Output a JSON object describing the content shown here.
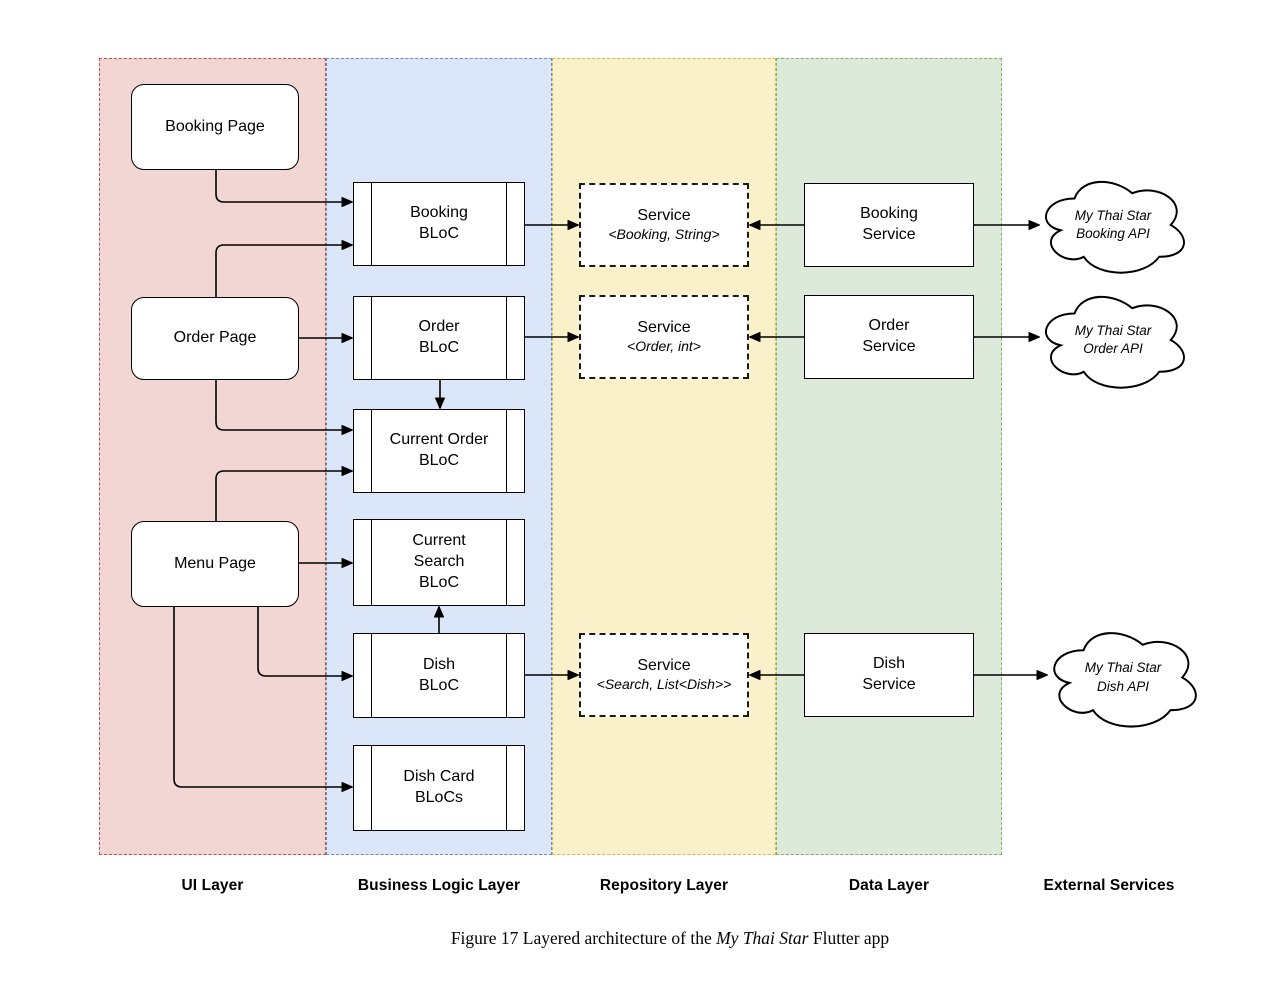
{
  "layers": [
    {
      "label": "UI Layer",
      "fill": "#f2d6d3",
      "stroke": "#b85450"
    },
    {
      "label": "Business Logic Layer",
      "fill": "#dbe7f9",
      "stroke": "#6c8ebf"
    },
    {
      "label": "Repository Layer",
      "fill": "#faf1cb",
      "stroke": "#d6b656"
    },
    {
      "label": "Data Layer",
      "fill": "#dde9d9",
      "stroke": "#82b366"
    },
    {
      "label": "External Services",
      "fill": "transparent",
      "stroke": "transparent"
    }
  ],
  "nodes": {
    "pages": [
      {
        "label": "Booking Page"
      },
      {
        "label": "Order Page"
      },
      {
        "label": "Menu Page"
      }
    ],
    "blocs": [
      {
        "label": "Booking\nBLoC"
      },
      {
        "label": "Order\nBLoC"
      },
      {
        "label": "Current Order\nBLoC"
      },
      {
        "label": "Current\nSearch\nBLoC"
      },
      {
        "label": "Dish\nBLoC"
      },
      {
        "label": "Dish Card\nBLoCs"
      }
    ],
    "repo_services": [
      {
        "title": "Service",
        "type_params": "<Booking, String>"
      },
      {
        "title": "Service",
        "type_params": "<Order, int>"
      },
      {
        "title": "Service",
        "type_params": "<Search, List<Dish>>"
      }
    ],
    "data_services": [
      {
        "label": "Booking\nService"
      },
      {
        "label": "Order\nService"
      },
      {
        "label": "Dish\nService"
      }
    ],
    "external_apis": [
      {
        "label": "My Thai Star\nBooking API"
      },
      {
        "label": "My Thai Star\nOrder API"
      },
      {
        "label": "My Thai Star\nDish API"
      }
    ]
  },
  "caption": {
    "prefix": "Figure 17 Layered architecture of the",
    "italic": "My Thai Star",
    "suffix": "Flutter app"
  },
  "connector_color": "#000000"
}
